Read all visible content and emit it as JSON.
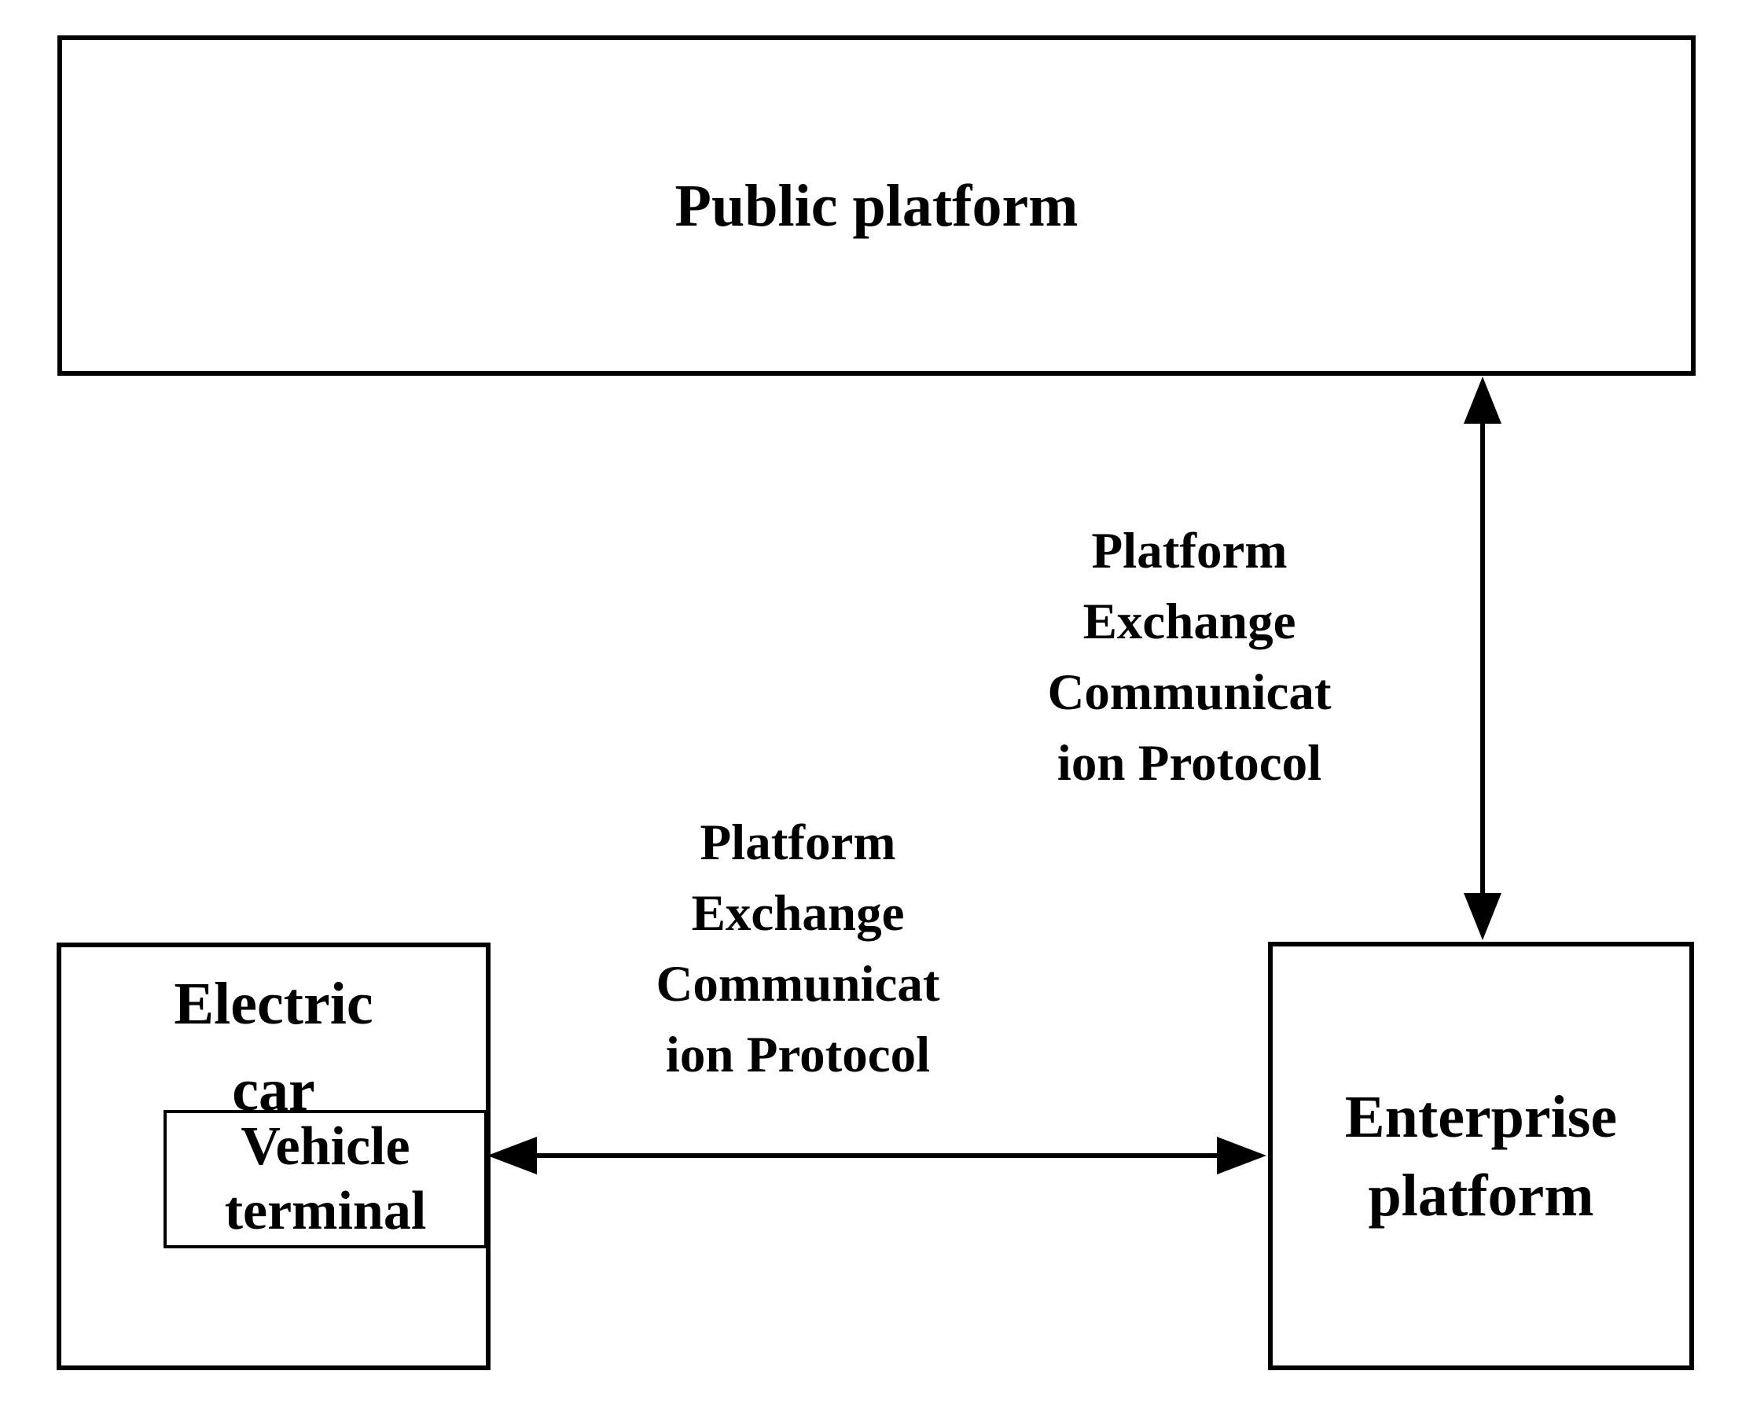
{
  "diagram": {
    "boxes": {
      "public_platform": {
        "label": "Public platform"
      },
      "electric_car": {
        "label": "Electric\ncar"
      },
      "vehicle_terminal": {
        "label": "Vehicle\nterminal"
      },
      "enterprise_platform": {
        "label": "Enterprise\nplatform"
      }
    },
    "connectors": {
      "public_enterprise": {
        "label": "Platform\nExchange\nCommunicat\nion Protocol",
        "type": "double-headed-vertical-arrow",
        "from": "Enterprise platform",
        "to": "Public platform"
      },
      "vehicle_enterprise": {
        "label": "Platform\nExchange\nCommunicat\nion Protocol",
        "type": "double-headed-horizontal-arrow",
        "from": "Vehicle terminal",
        "to": "Enterprise platform"
      }
    },
    "colors": {
      "line": "#000000",
      "text": "#000000",
      "background": "#ffffff"
    }
  }
}
